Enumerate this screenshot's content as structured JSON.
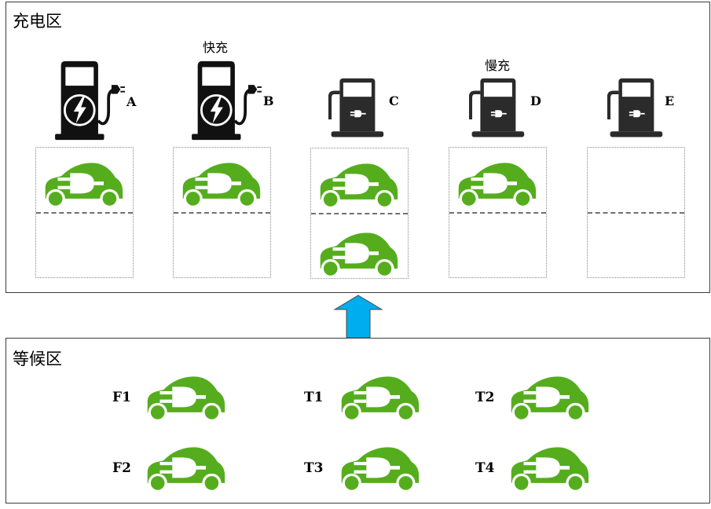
{
  "zones": {
    "charging": {
      "title": "充电区"
    },
    "waiting": {
      "title": "等候区"
    }
  },
  "chargers": [
    {
      "id": "A",
      "type": "fast",
      "mode_label": "",
      "bay_cars": 1
    },
    {
      "id": "B",
      "type": "fast",
      "mode_label": "快充",
      "bay_cars": 1
    },
    {
      "id": "C",
      "type": "slow",
      "mode_label": "",
      "bay_cars": 2
    },
    {
      "id": "D",
      "type": "slow",
      "mode_label": "慢充",
      "bay_cars": 1
    },
    {
      "id": "E",
      "type": "slow",
      "mode_label": "",
      "bay_cars": 0
    }
  ],
  "waiting_vehicles": [
    "F1",
    "T1",
    "T2",
    "F2",
    "T3",
    "T4"
  ],
  "colors": {
    "car": "#55ad1e",
    "charger": "#1e1e1e",
    "arrow": "#00aeef"
  },
  "icons": {
    "fast_charger": "fast-charger-icon",
    "slow_charger": "slow-charger-icon",
    "car": "electric-car-icon",
    "arrow": "up-arrow-icon"
  }
}
